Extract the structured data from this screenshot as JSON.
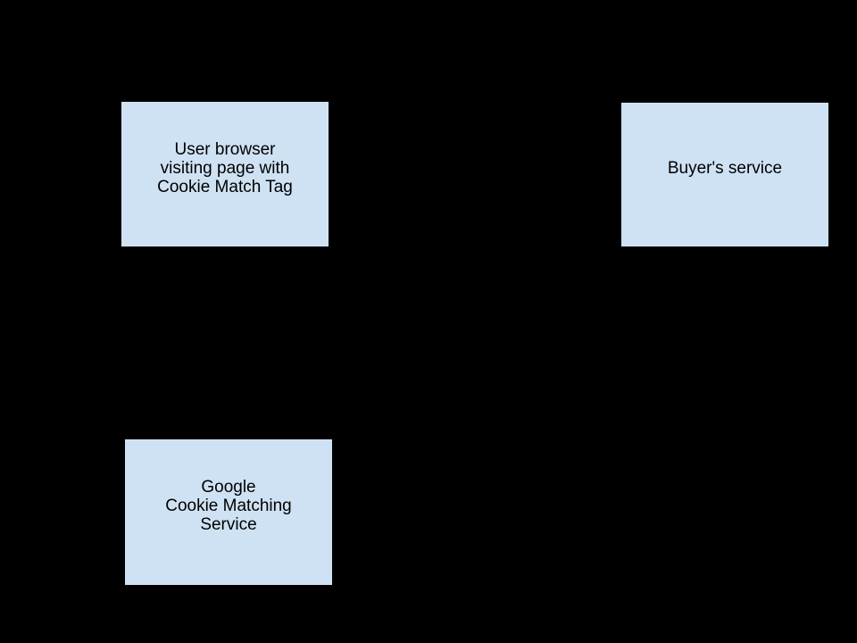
{
  "diagram": {
    "background_color": "#000000",
    "node_fill_color": "#cfe2f3",
    "node_text_color": "#000000",
    "nodes": [
      {
        "id": "user-browser",
        "text": "User browser\nvisiting page with\nCookie Match Tag"
      },
      {
        "id": "buyers-service",
        "text": "Buyer's service"
      },
      {
        "id": "google-cookie-matching-service",
        "text": "Google\nCookie Matching\nService"
      }
    ]
  }
}
